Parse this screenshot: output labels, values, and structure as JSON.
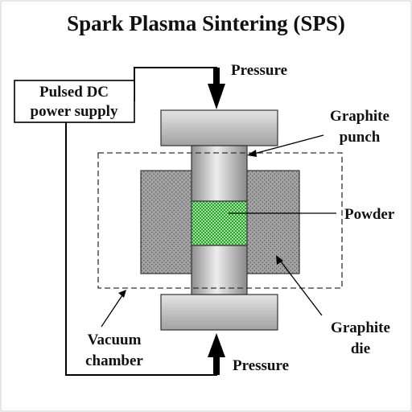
{
  "title": "Spark Plasma Sintering (SPS)",
  "power_supply": {
    "line1": "Pulsed DC",
    "line2": "power supply"
  },
  "pressure_top": "Pressure",
  "pressure_bottom": "Pressure",
  "punch_label": {
    "line1": "Graphite",
    "line2": "punch"
  },
  "powder_label": "Powder",
  "die_label": {
    "line1": "Graphite",
    "line2": "die"
  },
  "vacuum_label": {
    "line1": "Vacuum",
    "line2": "chamber"
  },
  "colors": {
    "powder": "#2fa82f",
    "die": "#9a9a9a",
    "punch": "#c8c8c8",
    "line": "#000000"
  }
}
